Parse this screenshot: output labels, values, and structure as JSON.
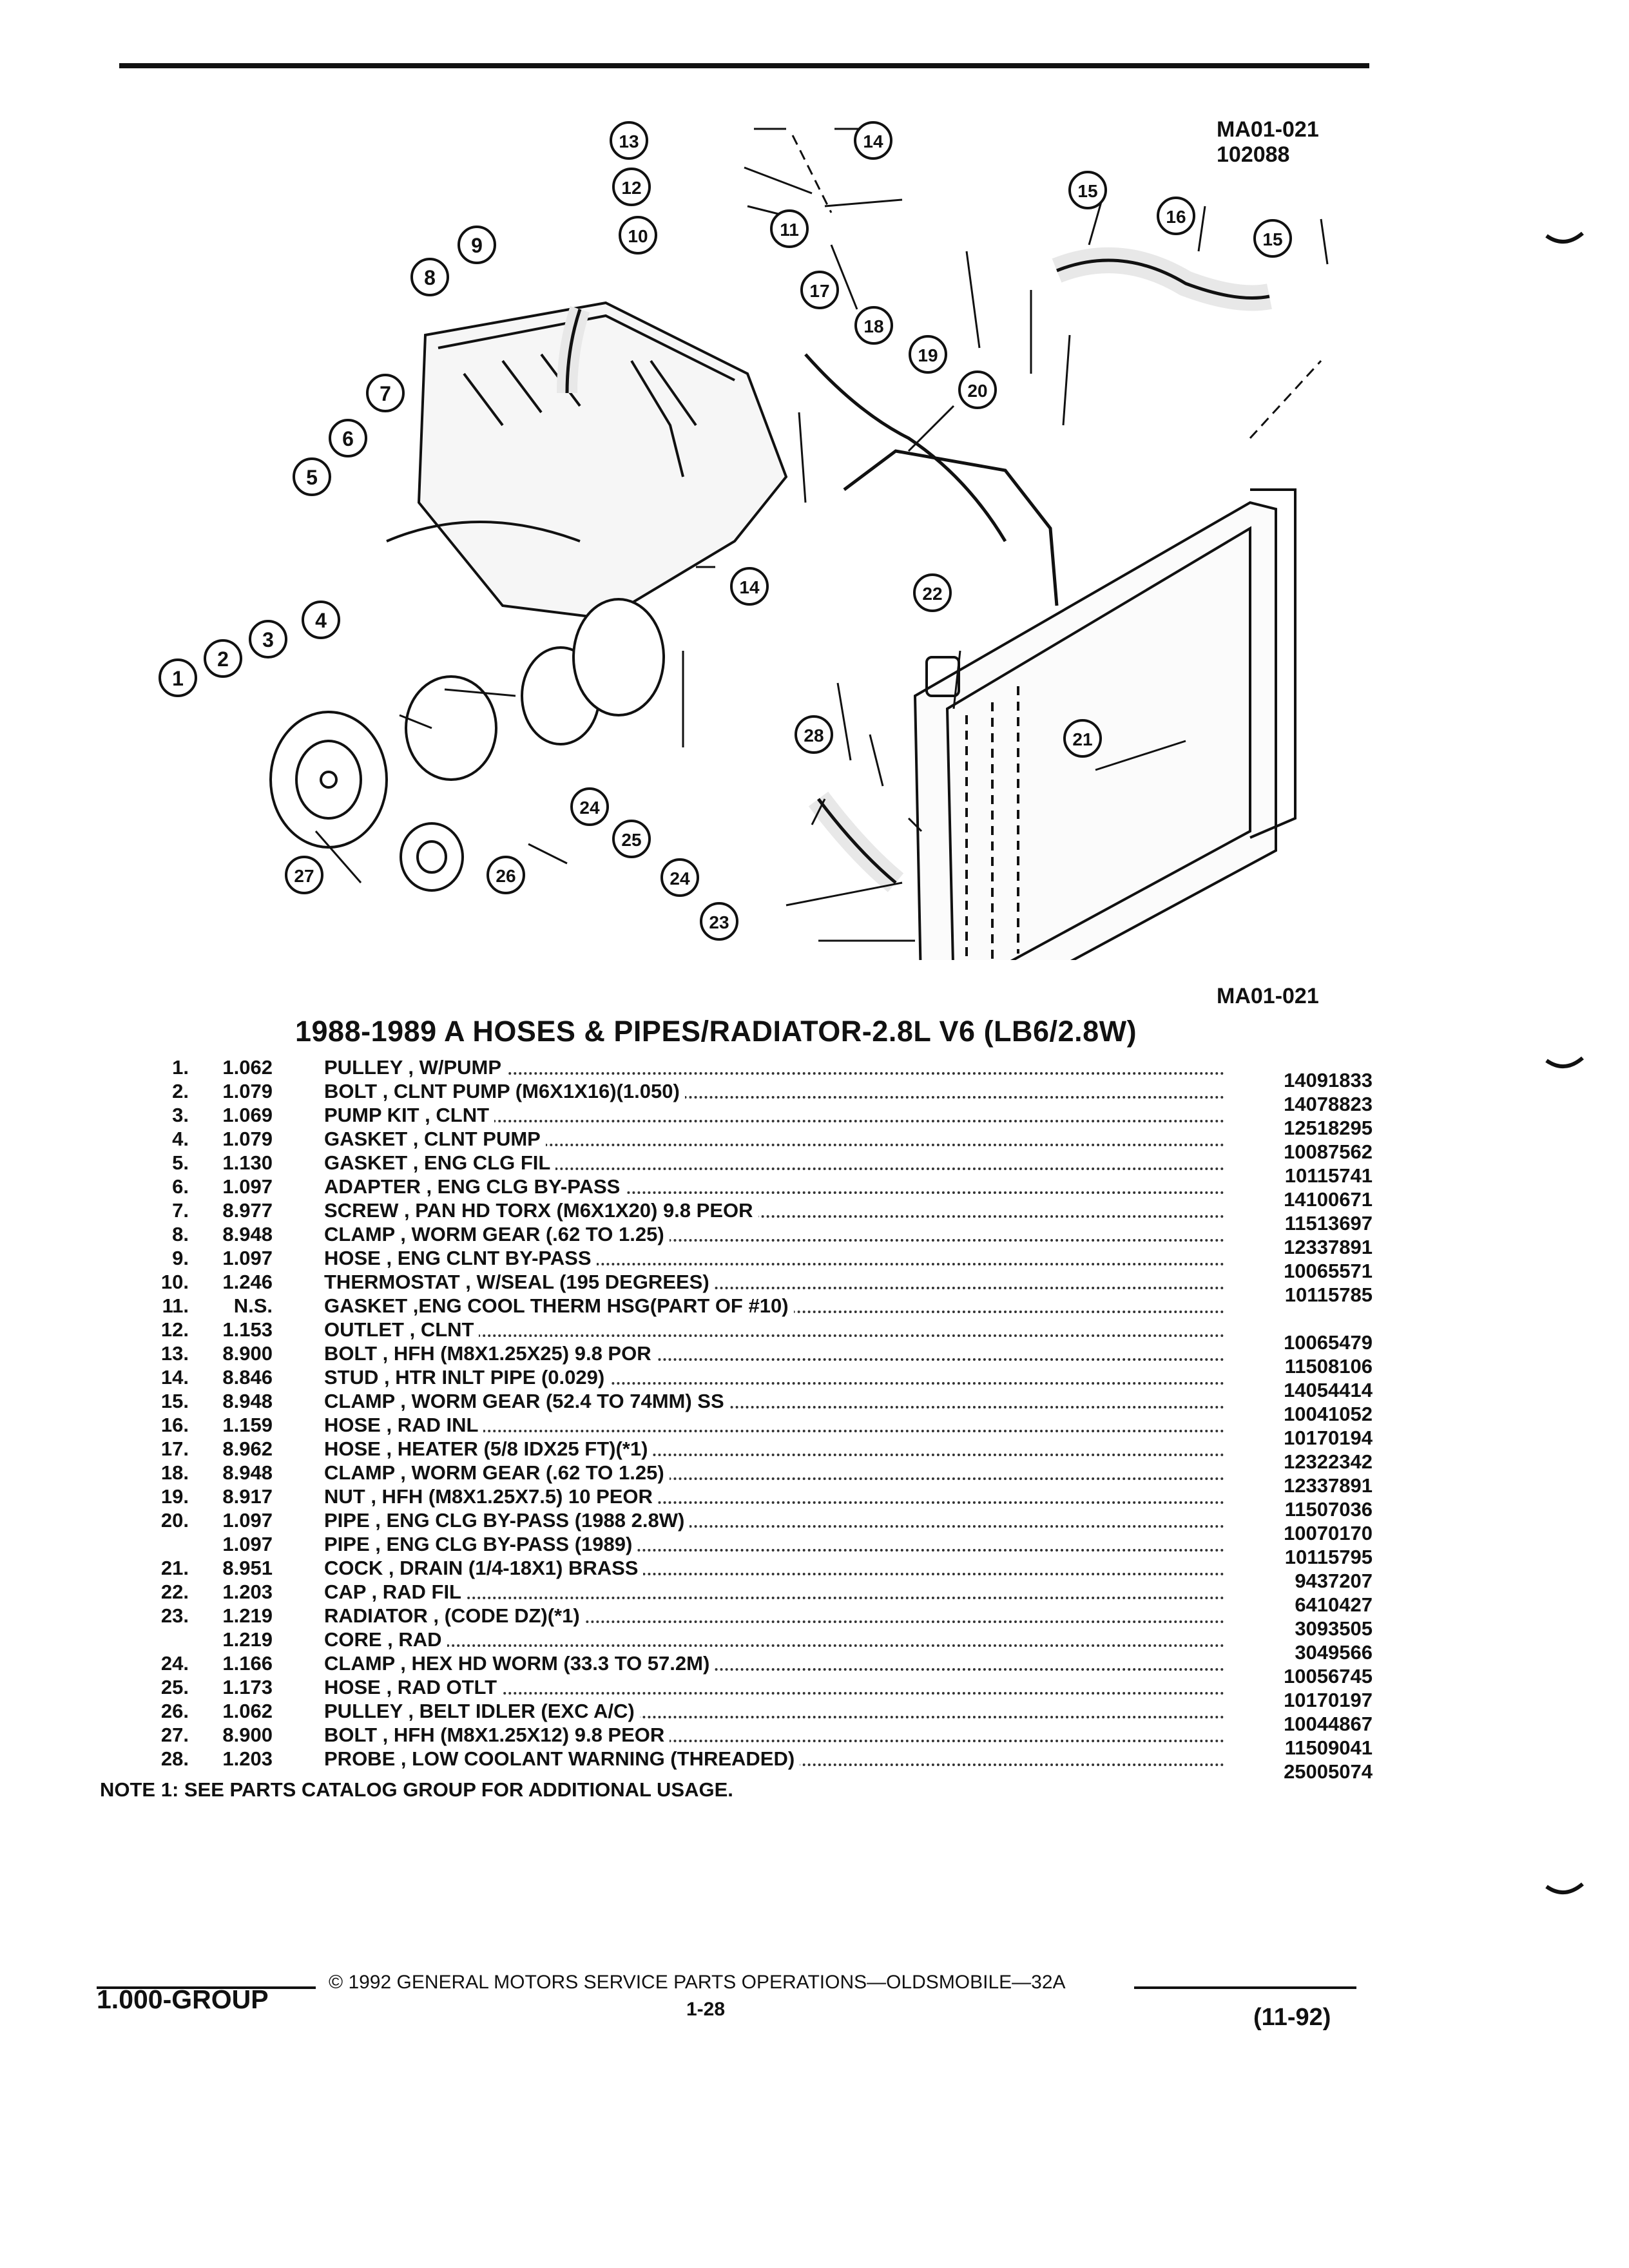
{
  "header": {
    "fig_id": "MA01-021",
    "date_code": "102088"
  },
  "diagram": {
    "callouts": [
      "1",
      "2",
      "3",
      "4",
      "5",
      "6",
      "7",
      "8",
      "9",
      "10",
      "11",
      "12",
      "13",
      "14",
      "14",
      "15",
      "15",
      "16",
      "17",
      "18",
      "19",
      "20",
      "21",
      "22",
      "23",
      "24",
      "24",
      "25",
      "26",
      "27",
      "28"
    ]
  },
  "figure_label": "MA01-021",
  "section_title": "1988-1989 A HOSES & PIPES/RADIATOR-2.8L V6 (LB6/2.8W)",
  "parts": [
    {
      "num": "1.",
      "grp": "1.062",
      "desc": "PULLEY , W/PUMP",
      "pn": "14091833"
    },
    {
      "num": "2.",
      "grp": "1.079",
      "desc": "BOLT , CLNT PUMP (M6X1X16)(1.050)",
      "pn": "14078823"
    },
    {
      "num": "3.",
      "grp": "1.069",
      "desc": "PUMP KIT , CLNT",
      "pn": "12518295"
    },
    {
      "num": "4.",
      "grp": "1.079",
      "desc": "GASKET , CLNT PUMP",
      "pn": "10087562"
    },
    {
      "num": "5.",
      "grp": "1.130",
      "desc": "GASKET , ENG CLG FIL",
      "pn": "10115741"
    },
    {
      "num": "6.",
      "grp": "1.097",
      "desc": "ADAPTER , ENG CLG BY-PASS",
      "pn": "14100671"
    },
    {
      "num": "7.",
      "grp": "8.977",
      "desc": "SCREW , PAN HD TORX (M6X1X20) 9.8 PEOR",
      "pn": "11513697"
    },
    {
      "num": "8.",
      "grp": "8.948",
      "desc": "CLAMP , WORM GEAR (.62 TO 1.25)",
      "pn": "12337891"
    },
    {
      "num": "9.",
      "grp": "1.097",
      "desc": "HOSE , ENG CLNT BY-PASS",
      "pn": "10065571"
    },
    {
      "num": "10.",
      "grp": "1.246",
      "desc": "THERMOSTAT , W/SEAL (195 DEGREES)",
      "pn": "10115785"
    },
    {
      "num": "11.",
      "grp": "N.S.",
      "desc": "GASKET ,ENG COOL THERM HSG(PART OF #10)",
      "pn": ""
    },
    {
      "num": "12.",
      "grp": "1.153",
      "desc": "OUTLET , CLNT",
      "pn": "10065479"
    },
    {
      "num": "13.",
      "grp": "8.900",
      "desc": "BOLT , HFH (M8X1.25X25) 9.8 POR",
      "pn": "11508106"
    },
    {
      "num": "14.",
      "grp": "8.846",
      "desc": "STUD , HTR INLT PIPE (0.029)",
      "pn": "14054414"
    },
    {
      "num": "15.",
      "grp": "8.948",
      "desc": "CLAMP , WORM GEAR (52.4 TO 74MM) SS",
      "pn": "10041052"
    },
    {
      "num": "16.",
      "grp": "1.159",
      "desc": "HOSE , RAD INL",
      "pn": "10170194"
    },
    {
      "num": "17.",
      "grp": "8.962",
      "desc": "HOSE , HEATER (5/8 IDX25 FT)(*1)",
      "pn": "12322342"
    },
    {
      "num": "18.",
      "grp": "8.948",
      "desc": "CLAMP , WORM GEAR (.62 TO 1.25)",
      "pn": "12337891"
    },
    {
      "num": "19.",
      "grp": "8.917",
      "desc": "NUT , HFH (M8X1.25X7.5) 10 PEOR",
      "pn": "11507036"
    },
    {
      "num": "20.",
      "grp": "1.097",
      "desc": "PIPE , ENG CLG BY-PASS (1988 2.8W)",
      "pn": "10070170"
    },
    {
      "num": "",
      "grp": "1.097",
      "desc": "PIPE , ENG CLG BY-PASS (1989)",
      "pn": "10115795"
    },
    {
      "num": "21.",
      "grp": "8.951",
      "desc": "COCK , DRAIN (1/4-18X1) BRASS",
      "pn": "9437207"
    },
    {
      "num": "22.",
      "grp": "1.203",
      "desc": "CAP , RAD FIL",
      "pn": "6410427"
    },
    {
      "num": "23.",
      "grp": "1.219",
      "desc": "RADIATOR , (CODE DZ)(*1)",
      "pn": "3093505"
    },
    {
      "num": "",
      "grp": "1.219",
      "desc": "CORE , RAD",
      "pn": "3049566"
    },
    {
      "num": "24.",
      "grp": "1.166",
      "desc": "CLAMP , HEX HD WORM (33.3 TO 57.2M)",
      "pn": "10056745"
    },
    {
      "num": "25.",
      "grp": "1.173",
      "desc": "HOSE , RAD OTLT",
      "pn": "10170197"
    },
    {
      "num": "26.",
      "grp": "1.062",
      "desc": "PULLEY , BELT IDLER (EXC A/C)",
      "pn": "10044867"
    },
    {
      "num": "27.",
      "grp": "8.900",
      "desc": "BOLT , HFH (M8X1.25X12) 9.8 PEOR",
      "pn": "11509041"
    },
    {
      "num": "28.",
      "grp": "1.203",
      "desc": "PROBE , LOW COOLANT WARNING (THREADED)",
      "pn": "25005074"
    }
  ],
  "note": "NOTE  1:  SEE PARTS CATALOG GROUP FOR ADDITIONAL USAGE.",
  "footer": {
    "group": "1.000-GROUP",
    "copyright": "© 1992 GENERAL MOTORS SERVICE PARTS OPERATIONS—OLDSMOBILE—32A",
    "page": "1-28",
    "date": "(11-92)"
  }
}
